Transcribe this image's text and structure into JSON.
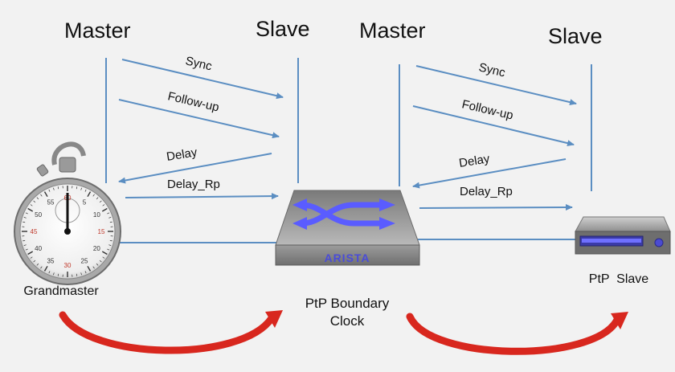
{
  "headers": {
    "left_master": "Master",
    "left_slave": "Slave",
    "right_master": "Master",
    "right_slave": "Slave"
  },
  "messages_left": [
    "Sync",
    "Follow-up",
    "Delay",
    "Delay_Rp"
  ],
  "messages_right": [
    "Sync",
    "Follow-up",
    "Delay",
    "Delay_Rp"
  ],
  "devices": {
    "grandmaster": "Grandmaster",
    "boundary_line1": "PtP Boundary",
    "boundary_line2": "Clock",
    "slave": "PtP  Slave",
    "switch_brand": "ARISTA"
  },
  "stopwatch_marks": [
    "60",
    "5",
    "10",
    "15",
    "20",
    "25",
    "30",
    "35",
    "40",
    "45",
    "50",
    "55"
  ],
  "colors": {
    "background": "#f2f2f2",
    "message_line": "#5b8ec2",
    "arrow_red": "#d8271e",
    "switch_glow": "#5a5cff"
  }
}
